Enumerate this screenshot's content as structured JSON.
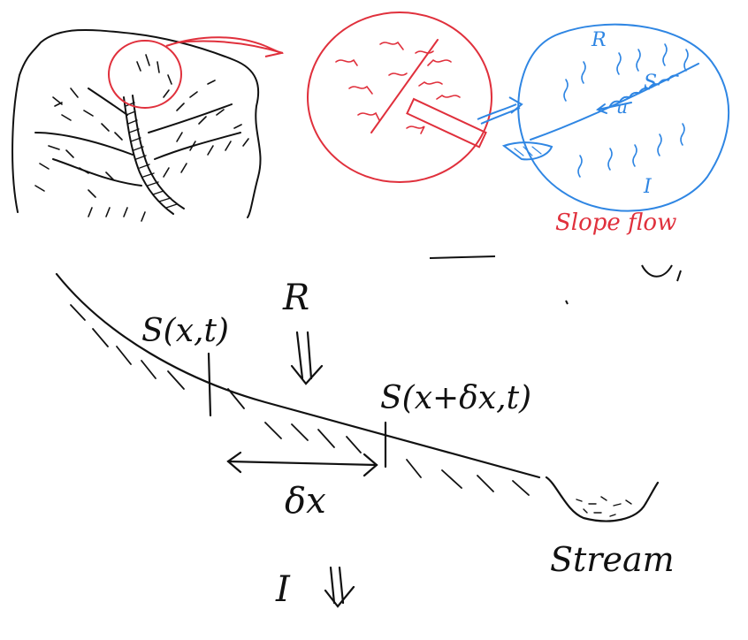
{
  "colors": {
    "ink": "#111111",
    "red": "#e0303c",
    "blue": "#2f86e3"
  },
  "labels": {
    "zoom_rainfall": "R",
    "zoom_storage": "S",
    "zoom_velocity": "u",
    "zoom_infiltration": "I",
    "slope_flow": "Slope flow",
    "rainfall": "R",
    "storage_left": "S(x,t)",
    "storage_right": "S(x+δx,t)",
    "delta_x": "δx",
    "infiltration": "I",
    "stream": "Stream"
  }
}
